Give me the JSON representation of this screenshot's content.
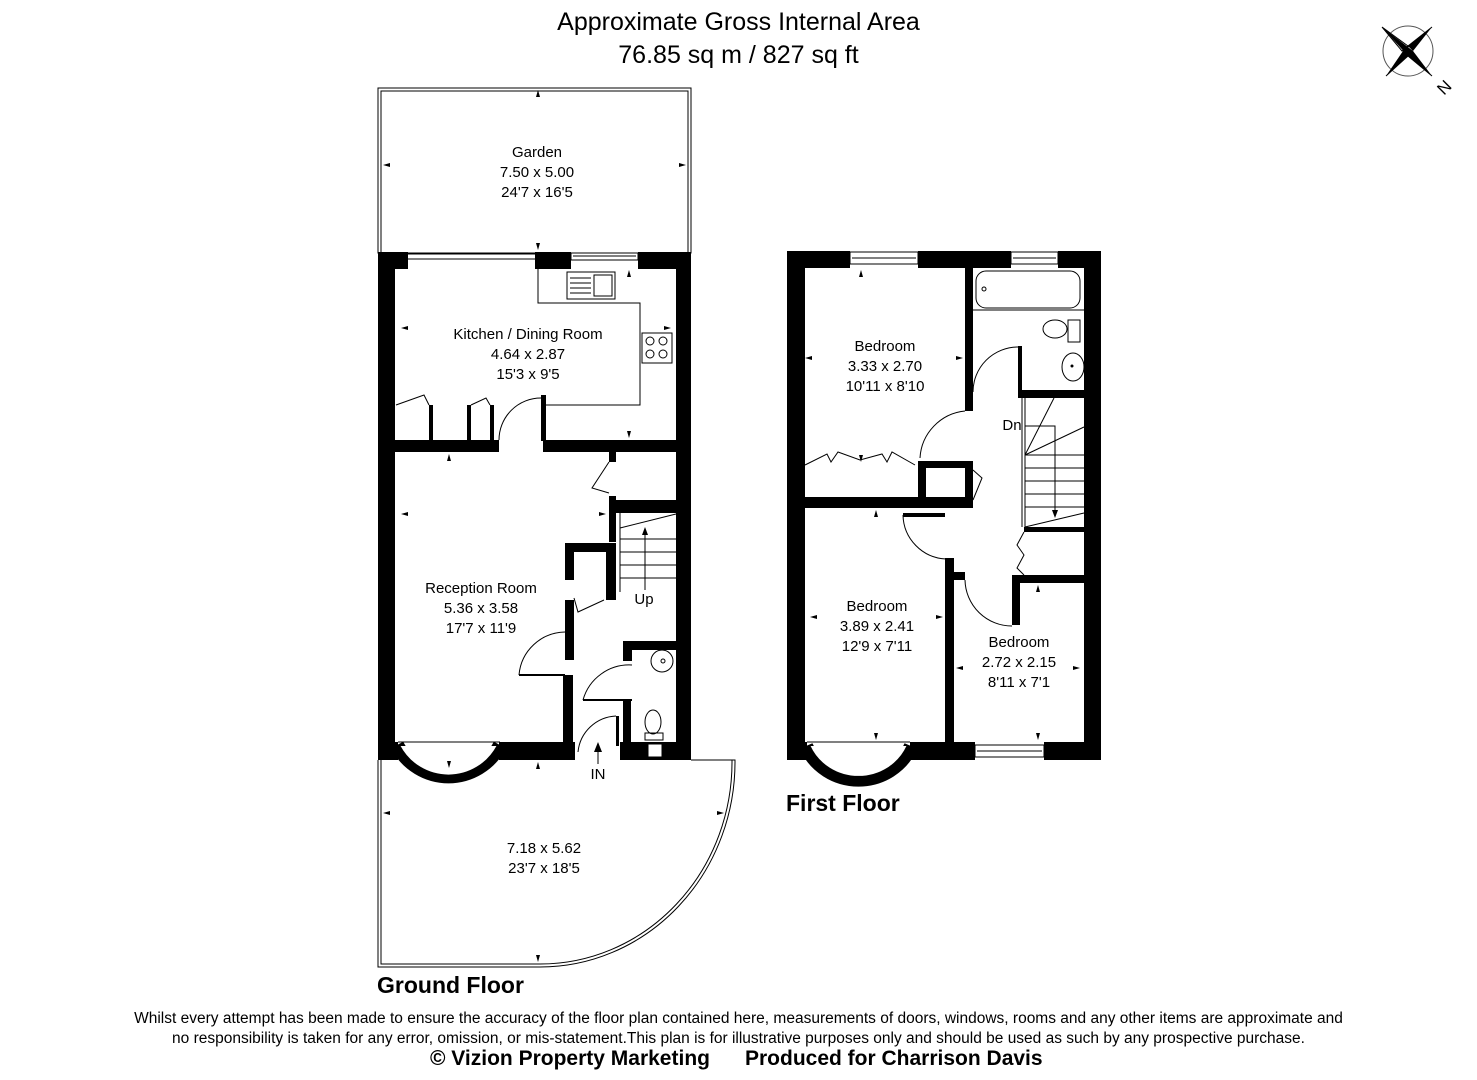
{
  "header": {
    "title": "Approximate Gross Internal Area",
    "area": "76.85 sq m / 827 sq ft"
  },
  "compass": {
    "icon": "north-compass-icon",
    "label": "N"
  },
  "ground_floor": {
    "label": "Ground Floor",
    "rooms": [
      {
        "name": "Garden",
        "metric": "7.50 x 5.00",
        "imperial": "24'7 x 16'5"
      },
      {
        "name": "Kitchen / Dining Room",
        "metric": "4.64 x 2.87",
        "imperial": "15'3 x 9'5"
      },
      {
        "name": "Reception Room",
        "metric": "5.36 x 3.58",
        "imperial": "17'7 x 11'9"
      },
      {
        "name": "",
        "metric": "7.18 x 5.62",
        "imperial": "23'7 x 18'5"
      }
    ],
    "stairs_label": "Up",
    "entrance_label": "IN"
  },
  "first_floor": {
    "label": "First Floor",
    "rooms": [
      {
        "name": "Bedroom",
        "metric": "3.33 x 2.70",
        "imperial": "10'11 x 8'10"
      },
      {
        "name": "Bedroom",
        "metric": "3.89 x 2.41",
        "imperial": "12'9 x 7'11"
      },
      {
        "name": "Bedroom",
        "metric": "2.72 x 2.15",
        "imperial": "8'11 x 7'1"
      }
    ],
    "stairs_label": "Dn"
  },
  "footer": {
    "disclaimer_line1": "Whilst every attempt has been made to ensure the accuracy of the floor plan contained here, measurements of doors, windows, rooms and any other items are approximate and",
    "disclaimer_line2": "no responsibility is taken for any error, omission, or mis-statement.This plan is for illustrative purposes only and should be used as such by any prospective purchase.",
    "copyright": "© Vizion Property Marketing",
    "produced_for": "Produced for Charrison Davis"
  },
  "colors": {
    "wall": "#000000",
    "background": "#ffffff",
    "line": "#000000"
  }
}
